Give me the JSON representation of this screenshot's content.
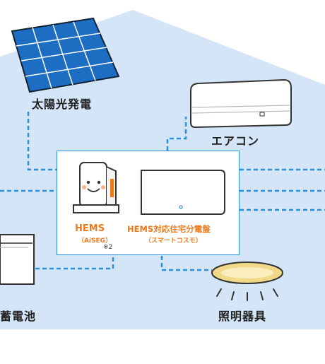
{
  "labels": {
    "solar": "太陽光発電",
    "aircon": "エアコン",
    "battery": "蓄電池",
    "lighting": "照明器具",
    "hems": "HEMS",
    "hems_sub": "（AiSEG）",
    "hems_note": "※2",
    "panel": "HEMS対応住宅分電盤",
    "panel_sub": "（スマートコスモ）"
  },
  "colors": {
    "house_fill": "#d4e5f7",
    "line_blue": "#2b8fd9",
    "accent_orange": "#ec7a1d",
    "light_yellow": "#f2d98a"
  }
}
